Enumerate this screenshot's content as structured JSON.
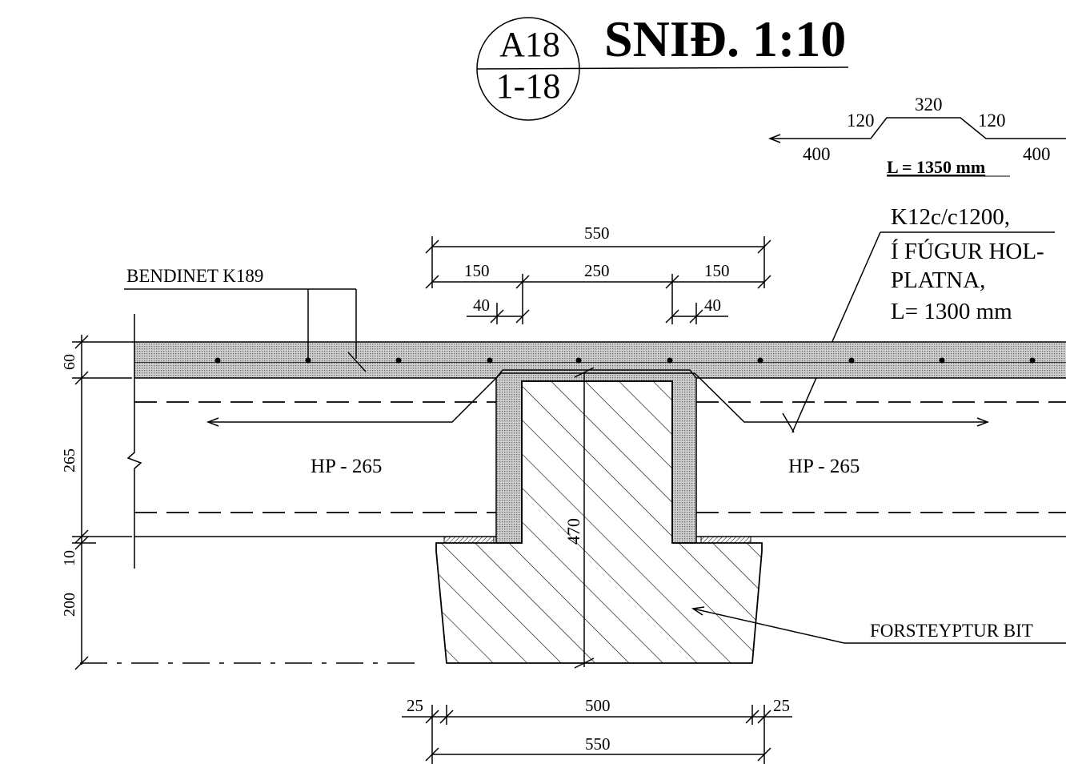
{
  "title_block": {
    "sheet_ref": "A18",
    "detail_ref": "1-18",
    "title": "SNIÐ. 1:10"
  },
  "bar_shape": {
    "seg_left": "400",
    "rise_left": "120",
    "top": "320",
    "rise_right": "120",
    "seg_right": "400",
    "length_label": "L = 1350 mm"
  },
  "rebar_note": {
    "line1": "K12c/c1200,",
    "line2": "Í FÚGUR HOL-",
    "line3": "PLATNA,",
    "line4": "L= 1300 mm"
  },
  "labels": {
    "mesh": "BENDINET K189",
    "slab_left": "HP - 265",
    "slab_right": "HP - 265",
    "beam": "FORSTEYPTUR BIT"
  },
  "dimensions": {
    "top_total": "550",
    "top_left": "150",
    "top_mid": "250",
    "top_right": "150",
    "cover_left": "40",
    "cover_right": "40",
    "v_topping": "60",
    "v_slab": "265",
    "v_bearing": "10",
    "v_beam": "200",
    "beam_height": "470",
    "bot_left": "25",
    "bot_mid": "500",
    "bot_right": "25",
    "bot_total": "550"
  },
  "colors": {
    "line": "#000000",
    "topping_fill": "#c4c4c4"
  }
}
